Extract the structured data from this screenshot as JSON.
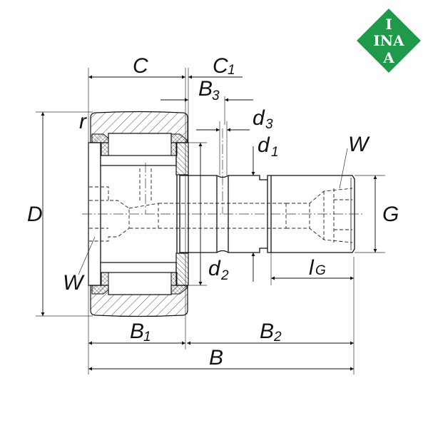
{
  "drawing": {
    "type": "cam follower / stud type track roller dimension drawing",
    "logo": {
      "text_top": "I",
      "text_mid": "INA",
      "text_bot": "A",
      "color": "#1e9a4a"
    },
    "labels": {
      "C": "C",
      "C1_main": "C",
      "C1_sub": "1",
      "B3_main": "B",
      "B3_sub": "3",
      "d3_main": "d",
      "d3_sub": "3",
      "d1_main": "d",
      "d1_sub": "1",
      "d2_main": "d",
      "d2_sub": "2",
      "r": "r",
      "D": "D",
      "W_left": "W",
      "W_right": "W",
      "G": "G",
      "lG_main": "l",
      "lG_sub": "G",
      "B1_main": "B",
      "B1_sub": "1",
      "B2_main": "B",
      "B2_sub": "2",
      "B": "B"
    }
  }
}
